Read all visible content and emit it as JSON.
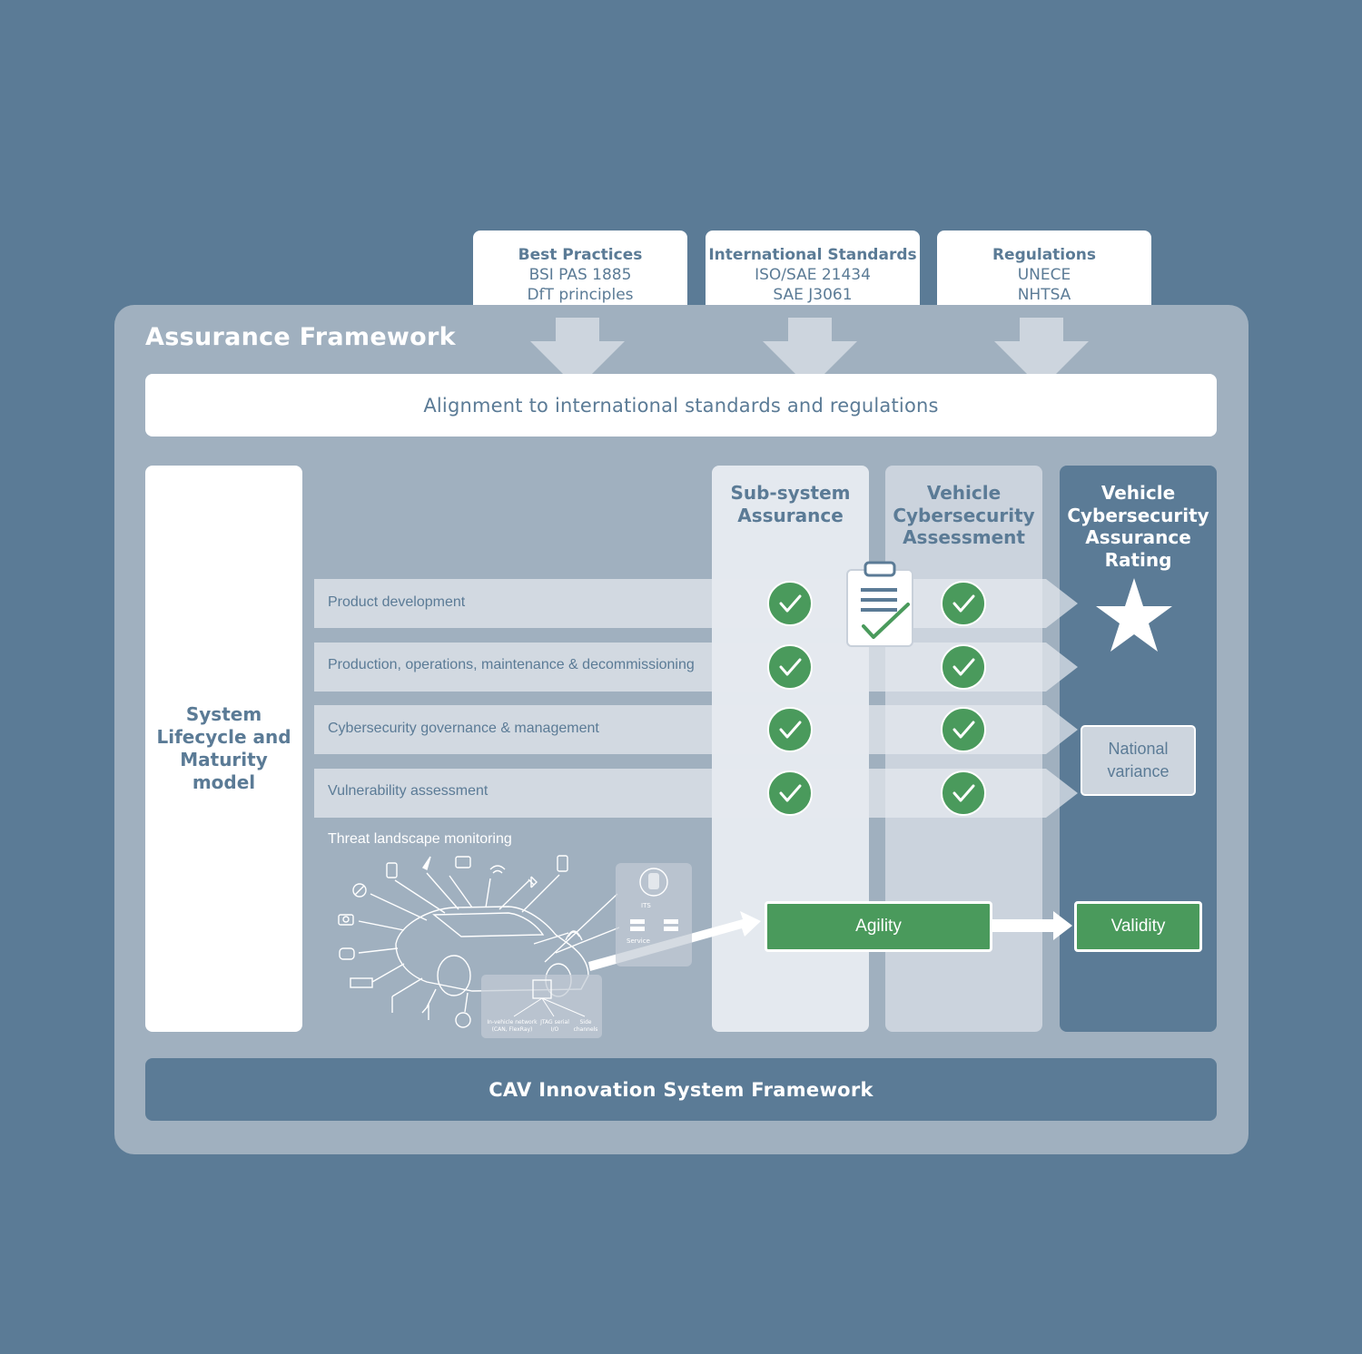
{
  "sources": [
    {
      "title": "Best Practices",
      "lines": [
        "BSI PAS 1885",
        "DfT principles"
      ]
    },
    {
      "title": "International Standards",
      "lines": [
        "ISO/SAE 21434",
        "SAE J3061"
      ]
    },
    {
      "title": "Regulations",
      "lines": [
        "UNECE",
        "NHTSA"
      ]
    }
  ],
  "framework": {
    "title": "Assurance Framework",
    "alignment": "Alignment to international standards and regulations",
    "footer": "CAV Innovation System Framework"
  },
  "lifecycle": {
    "label": "System Lifecycle and Maturity model"
  },
  "columns": {
    "subsystem": "Sub-system Assurance",
    "vehicle_assessment": "Vehicle Cybersecurity Assessment",
    "rating": "Vehicle Cybersecurity Assurance Rating"
  },
  "rows": [
    {
      "label": "Product development"
    },
    {
      "label": "Production, operations, maintenance & decommissioning"
    },
    {
      "label": "Cybersecurity governance & management"
    },
    {
      "label": "Vulnerability assessment"
    }
  ],
  "threat": {
    "label": "Threat landscape monitoring",
    "its_label": "ITS",
    "service_label": "Service",
    "interfaces": [
      "In-vehicle network (CAN, FlexRay)",
      "JTAG serial I/O",
      "Side channels"
    ]
  },
  "flow": {
    "agility": "Agility",
    "validity": "Validity"
  },
  "national_variance": "National variance",
  "colors": {
    "background": "#5b7b96",
    "panel": "#a0b0bf",
    "check_green": "#4a9a5c",
    "text_blue": "#5b7b96"
  },
  "icons": [
    "check-icon",
    "clipboard-icon",
    "star-icon",
    "car-illustration",
    "arrow-down-icon"
  ]
}
